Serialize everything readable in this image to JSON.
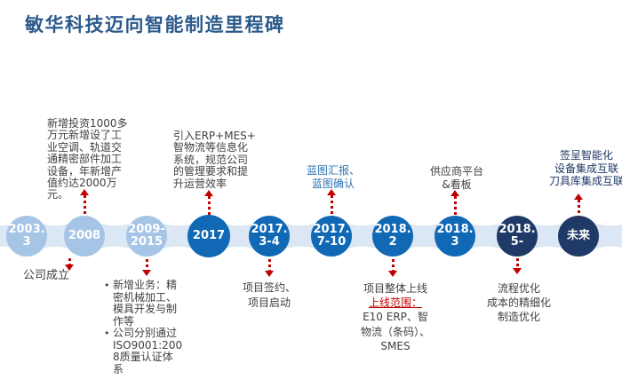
{
  "title": "敏华科技迈向智能制造里程碑",
  "milestones": [
    {
      "name": "2003-3",
      "lines": [
        "2003.",
        "3"
      ]
    },
    {
      "name": "2008",
      "lines": [
        "2008"
      ]
    },
    {
      "name": "2009-2015",
      "lines": [
        "2009-",
        "2015"
      ]
    },
    {
      "name": "2017",
      "lines": [
        "2017"
      ]
    },
    {
      "name": "2017-3-4",
      "lines": [
        "2017.",
        "3-4"
      ]
    },
    {
      "name": "2017-7-10",
      "lines": [
        "2017.",
        "7-10"
      ]
    },
    {
      "name": "2018-2",
      "lines": [
        "2018.",
        "2"
      ]
    },
    {
      "name": "2018-3",
      "lines": [
        "2018.",
        "3"
      ]
    },
    {
      "name": "2018-5",
      "lines": [
        "2018.",
        "5-"
      ]
    },
    {
      "name": "future",
      "lines": [
        "未来"
      ]
    }
  ],
  "annotations": {
    "invest": {
      "lines": [
        "新增投资1000多",
        "万元新增设了工",
        "业空调、轨道交",
        "通精密部件加工",
        "设备，年新增产",
        "值约达2000万元。"
      ]
    },
    "erp": {
      "lines": [
        "引入ERP+MES+",
        "智物流等信息化",
        "系统，规范公司",
        "的管理要求和提",
        "升运营效率"
      ]
    },
    "blueprint": {
      "lines": [
        "蓝图汇报、",
        "蓝图确认"
      ]
    },
    "supplier": {
      "lines": [
        "供应商平台",
        "&看板"
      ]
    },
    "future_integration": {
      "lines": [
        "签呈智能化",
        "设备集成互联",
        "刀具库集成互联"
      ]
    },
    "founded": {
      "text": "公司成立"
    },
    "business": {
      "bullet": "•",
      "items": [
        {
          "lines": [
            "新增业务：精",
            "密机械加工、",
            "模具开发与制",
            "作等"
          ]
        },
        {
          "lines": [
            "公司分别通过",
            "ISO9001:200",
            "8质量认证体",
            "系"
          ]
        }
      ]
    },
    "signing": {
      "lines": [
        "项目签约、",
        "项目启动"
      ]
    },
    "golive": {
      "title": "项目整体上线",
      "scope_label": "上线范围：",
      "lines": [
        "E10 ERP、智",
        "物流（条码）、",
        "SMES"
      ]
    },
    "optimize": {
      "lines": [
        "流程优化",
        "成本的精细化",
        "制造优化"
      ]
    }
  },
  "colors": {
    "title_text": "#2c5a8c",
    "light_circle": "#a6c5e6",
    "mid_circle": "#1169b5",
    "dark_circle": "#1f3a66",
    "ribbon": "#dbe7f4",
    "arrow_red": "#c00000",
    "body_text": "#3f3f3f",
    "blue_text": "#2e74b5",
    "navy_text": "#1f3864",
    "red_text": "#c00000"
  }
}
